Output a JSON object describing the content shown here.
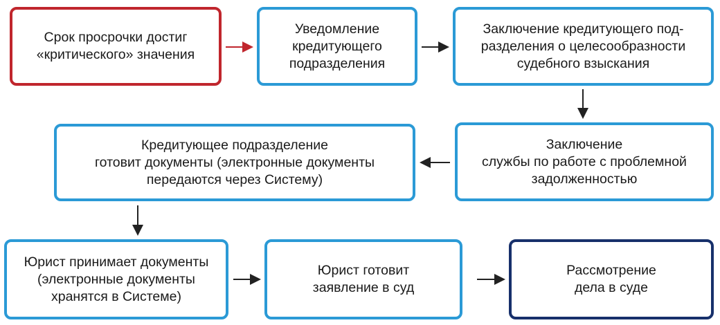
{
  "flowchart": {
    "nodes": [
      {
        "id": "1",
        "text": "Срок просрочки достиг\n«критического» значения"
      },
      {
        "id": "2",
        "text": "Уведомление\nкредитующего\nподразделения"
      },
      {
        "id": "3",
        "text": "Заключение кредитующего под-\nразделения о целесообразности\nсудебного взыскания"
      },
      {
        "id": "4",
        "text": "Заключение\nслужбы по работе с проблемной\nзадолженностью"
      },
      {
        "id": "5",
        "text": "Кредитующее подразделение\nготовит документы (электронные документы\nпередаются через Систему)"
      },
      {
        "id": "6",
        "text": "Юрист принимает документы\n(электронные документы\nхранятся в Системе)"
      },
      {
        "id": "7",
        "text": "Юрист готовит\nзаявление в суд"
      },
      {
        "id": "8",
        "text": "Рассмотрение\nдела в суде"
      }
    ],
    "colors": {
      "start_border": "#c0262d",
      "step_border": "#2b9ad6",
      "final_border": "#17306b",
      "first_arrow": "#c0262d",
      "arrow": "#222222"
    }
  }
}
